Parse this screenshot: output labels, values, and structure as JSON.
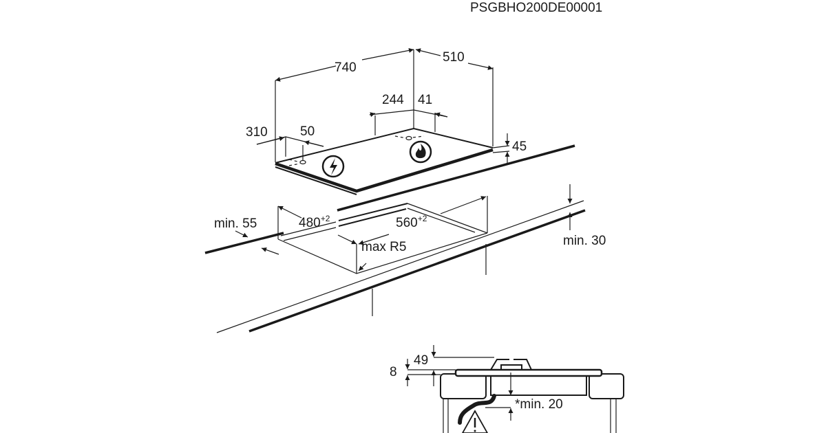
{
  "document_code": "PSGBHO200DE00001",
  "hob_dimensions": {
    "width": "740",
    "depth": "510",
    "gas_inlet_x": "244",
    "gas_inlet_y": "41",
    "electric_x": "310",
    "electric_y": "50",
    "height": "45"
  },
  "cutout": {
    "depth": "480",
    "depth_tolerance": "+2",
    "width": "560",
    "width_tolerance": "+2",
    "radius": "max R5",
    "front_distance": "min. 55",
    "worktop_thickness": "min. 30"
  },
  "section": {
    "total_height": "49",
    "plate_height": "8",
    "clearance": "*min. 20"
  },
  "icons": [
    "electric-connection-icon",
    "gas-flame-icon",
    "warning-triangle-icon"
  ]
}
